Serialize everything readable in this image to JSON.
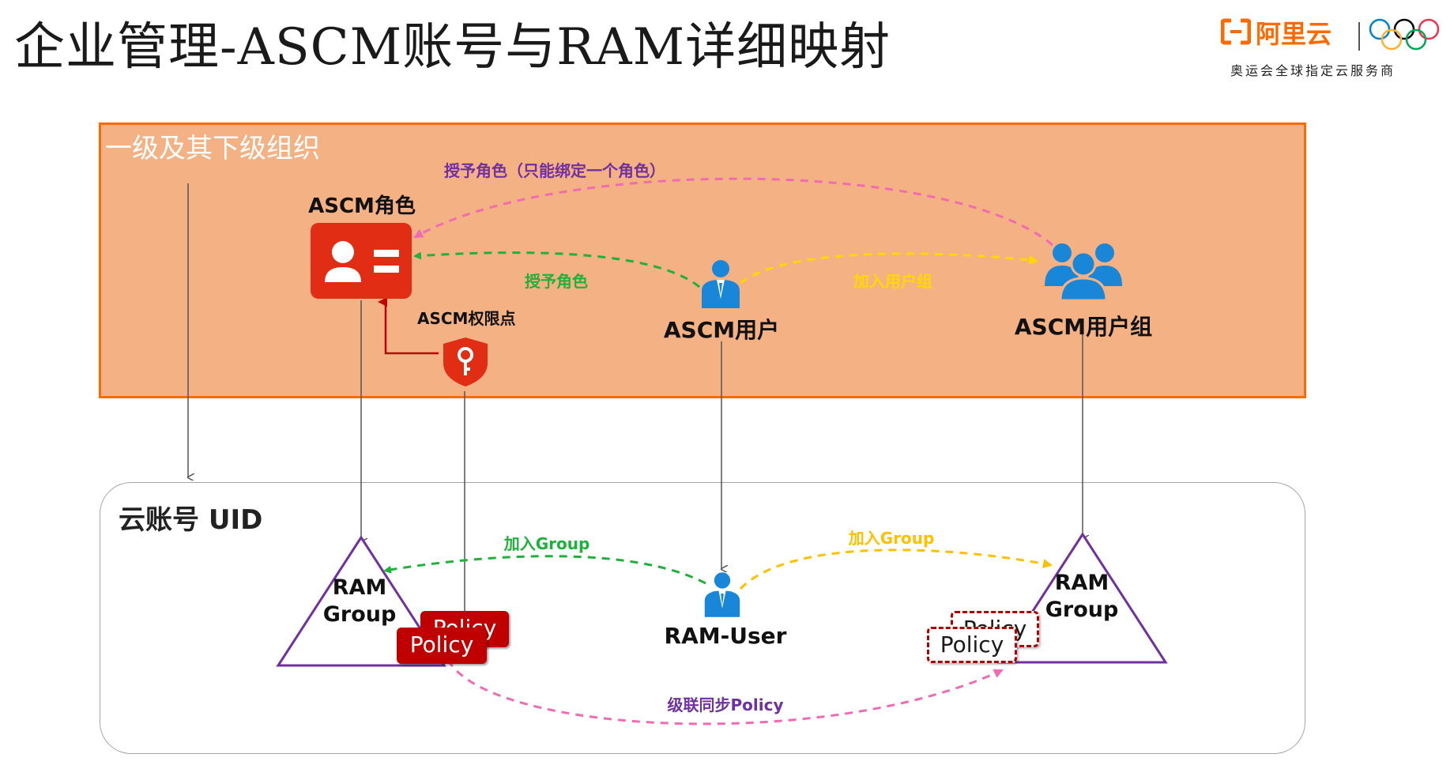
{
  "page": {
    "title": "企业管理-ASCM账号与RAM详细映射"
  },
  "brand": {
    "name": "阿里云",
    "tagline": "奥运会全球指定云服务商"
  },
  "org_box": {
    "title": "一级及其下级组织",
    "ascm_role_label": "ASCM角色",
    "permission_label": "ASCM权限点",
    "ascm_user_label": "ASCM用户",
    "ascm_group_label": "ASCM用户组",
    "grant_role_label": "授予角色",
    "join_group_label": "加入用户组",
    "grant_role_single_label": "授予角色（只能绑定一个角色）"
  },
  "uid_box": {
    "title": "云账号 UID",
    "ram_group_left": {
      "line1": "RAM",
      "line2": "Group"
    },
    "ram_group_right": {
      "line1": "RAM",
      "line2": "Group"
    },
    "ram_user_label": "RAM-User",
    "join_group_left_label": "加入Group",
    "join_group_right_label": "加入Group",
    "cascade_label": "级联同步Policy",
    "policies_left": [
      "Policy",
      "Policy"
    ],
    "policies_right": [
      "Policy",
      "Policy"
    ]
  },
  "colors": {
    "brand_orange": "#ff6a00",
    "org_fill": "#f4b183",
    "role_red": "#e02d14",
    "policy_red": "#c00000",
    "arrow_green": "#1fb23a",
    "arrow_yellow": "#ffd800",
    "arrow_pink": "#f06bb4",
    "label_purple": "#7030a0",
    "user_blue": "#1a86d8",
    "triangle_purple": "#7030a0"
  },
  "icons": {
    "role": "id-card-icon",
    "permission": "key-shield-icon",
    "user": "user-icon",
    "group": "user-group-icon",
    "ram_user": "user-icon"
  }
}
